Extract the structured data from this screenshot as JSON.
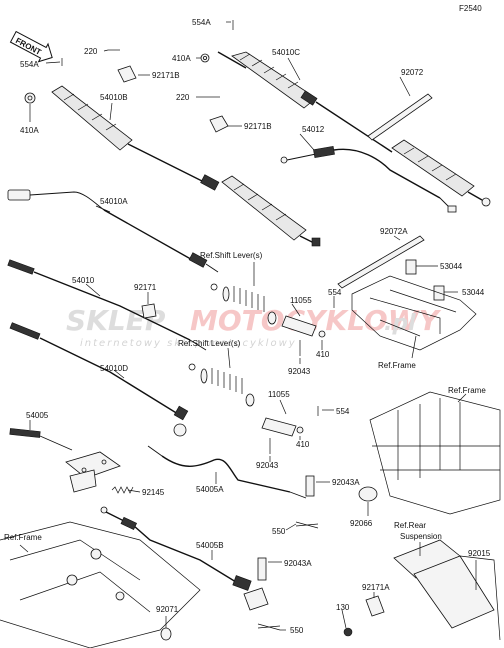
{
  "figure_code": "F2540",
  "front_badge": "FRONT",
  "watermark": {
    "brand_left": "SKLEP",
    "brand_right": "MOTOCYKLOWY",
    "brand_tld": ".pl",
    "subtitle": "internetowy sklep motocyklowy"
  },
  "labels": {
    "p554A_top": "554A",
    "p220_a": "220",
    "p554A_left": "554A",
    "p410A_top": "410A",
    "p54010C": "54010C",
    "p92171B_a": "92171B",
    "p92072": "92072",
    "p410A_left": "410A",
    "p54010B": "54010B",
    "p220_b": "220",
    "p92171B_b": "92171B",
    "p54012": "54012",
    "p54010A": "54010A",
    "p92072A": "92072A",
    "ref_shift_1": "Ref.Shift Lever(s)",
    "p53044_a": "53044",
    "p53044_b": "53044",
    "p54010": "54010",
    "p92171": "92171",
    "p11055_a": "11055",
    "p554_a": "554",
    "p410_a": "410",
    "ref_frame_right": "Ref.Frame",
    "ref_shift_2": "Ref.Shift Lever(s)",
    "p92043_a": "92043",
    "p54010D": "54010D",
    "p11055_b": "11055",
    "p554_b": "554",
    "ref_frame_far": "Ref.Frame",
    "p54005": "54005",
    "p410_b": "410",
    "p92043_b": "92043",
    "p92145": "92145",
    "p54005A": "54005A",
    "p92043A_a": "92043A",
    "p550_a": "550",
    "p92066": "92066",
    "ref_rear_suspension": "Ref.Rear\nSuspension",
    "ref_rear_1": "Ref.Rear",
    "ref_rear_2": "Suspension",
    "ref_frame_left": "Ref.Frame",
    "p54005B": "54005B",
    "p92043A_b": "92043A",
    "p92015": "92015",
    "p92171A": "92171A",
    "p92071": "92071",
    "p130": "130",
    "p550_b": "550"
  }
}
